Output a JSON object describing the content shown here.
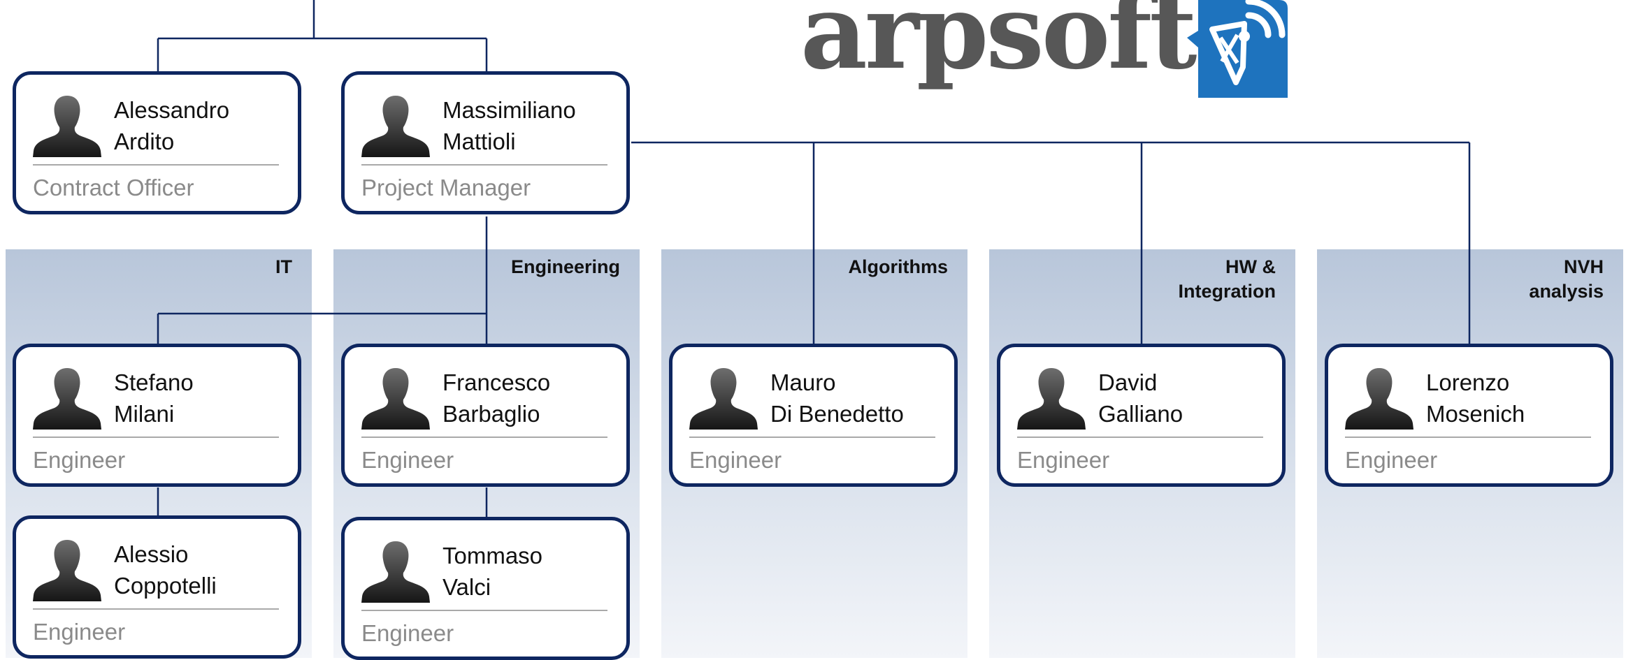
{
  "logo": {
    "text": "arpsoft",
    "icon": "satellite-dish-icon",
    "text_color": "#575757",
    "icon_color": "#1e73be"
  },
  "colors": {
    "border": "#0e2660",
    "line": "#0e2660",
    "role": "#8a8a8a"
  },
  "top_people": [
    {
      "first": "Alessandro",
      "last": "Ardito",
      "role": "Contract Officer"
    },
    {
      "first": "Massimiliano",
      "last": "Mattioli",
      "role": "Project Manager"
    }
  ],
  "departments": [
    {
      "title": "IT",
      "members": [
        {
          "first": "Stefano",
          "last": "Milani",
          "role": "Engineer"
        },
        {
          "first": "Alessio",
          "last": "Coppotelli",
          "role": "Engineer"
        }
      ]
    },
    {
      "title": "Engineering",
      "members": [
        {
          "first": "Francesco",
          "last": "Barbaglio",
          "role": "Engineer"
        },
        {
          "first": "Tommaso",
          "last": "Valci",
          "role": "Engineer"
        }
      ]
    },
    {
      "title": "Algorithms",
      "members": [
        {
          "first": "Mauro",
          "last": "Di Benedetto",
          "role": "Engineer"
        }
      ]
    },
    {
      "title": "HW &\nIntegration",
      "members": [
        {
          "first": "David",
          "last": "Galliano",
          "role": "Engineer"
        }
      ]
    },
    {
      "title": "NVH\nanalysis",
      "members": [
        {
          "first": "Lorenzo",
          "last": "Mosenich",
          "role": "Engineer"
        }
      ]
    }
  ]
}
